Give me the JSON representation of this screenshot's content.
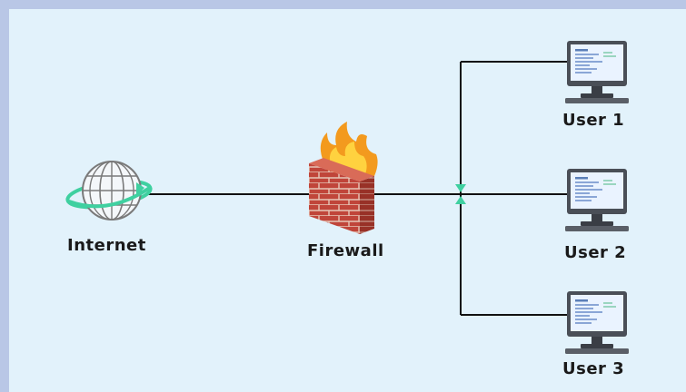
{
  "nodes": {
    "internet": {
      "label": "Internet"
    },
    "firewall": {
      "label": "Firewall"
    },
    "users": [
      {
        "label": "User 1"
      },
      {
        "label": "User 2"
      },
      {
        "label": "User 3"
      }
    ]
  },
  "icons": {
    "internet": "globe-icon",
    "firewall": "firewall-brick-wall-icon",
    "user": "desktop-monitor-icon",
    "connector": "double-arrow-icon"
  },
  "colors": {
    "background": "#e2f2fb",
    "frame": "#b9c7e6",
    "line": "#111111",
    "accent": "#3fd0a0",
    "brick": "#c0453a",
    "flame": "#f39a1e",
    "monitor_frame": "#4a4f57",
    "screen": "#eaf3ff"
  }
}
